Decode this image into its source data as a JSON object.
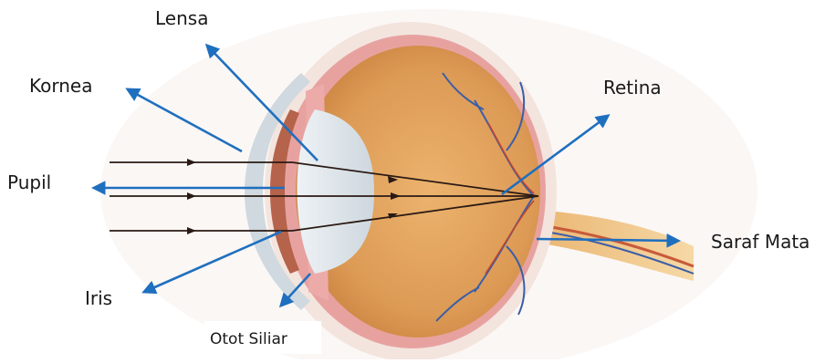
{
  "labels": {
    "lensa": "Lensa",
    "kornea": "Kornea",
    "pupil": "Pupil",
    "iris": "Iris",
    "otot_siliar": "Otot Siliar",
    "retina": "Retina",
    "saraf_mata": "Saraf Mata"
  },
  "colors": {
    "pointer_arrow": "#1f6fbf",
    "light_ray": "#2a1a14",
    "sclera": "#f6eae4",
    "choroid": "#e7a2a0",
    "vitreous": "#e0a05c",
    "lens": "#dde5ea",
    "iris": "#b5634a",
    "optic_nerve": "#f2c684",
    "blood_vessel": "#3a5ea8"
  }
}
